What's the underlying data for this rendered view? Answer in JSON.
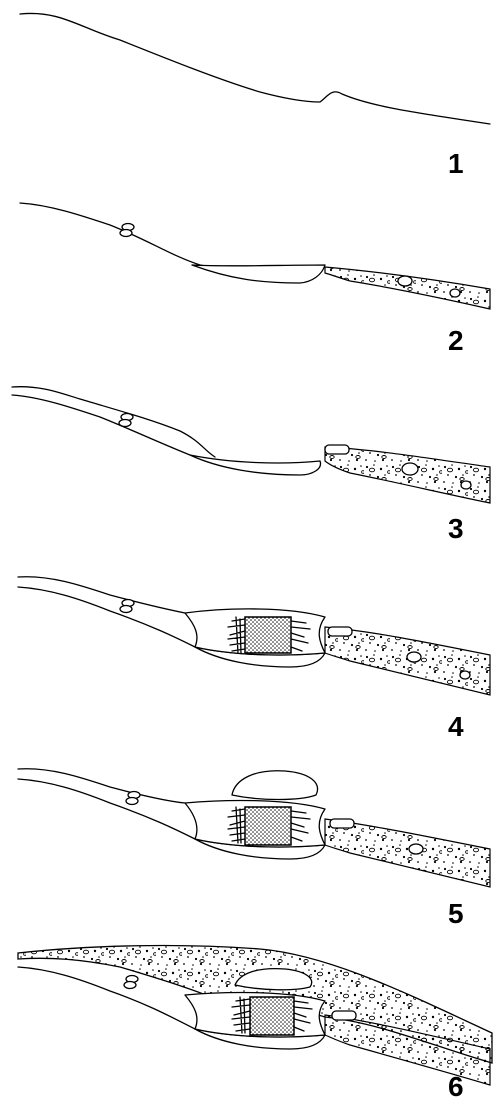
{
  "panels": [
    {
      "label": "1"
    },
    {
      "label": "2"
    },
    {
      "label": "3"
    },
    {
      "label": "4"
    },
    {
      "label": "5"
    },
    {
      "label": "6"
    }
  ],
  "colors": {
    "ink": "#000000",
    "background": "#ffffff"
  }
}
